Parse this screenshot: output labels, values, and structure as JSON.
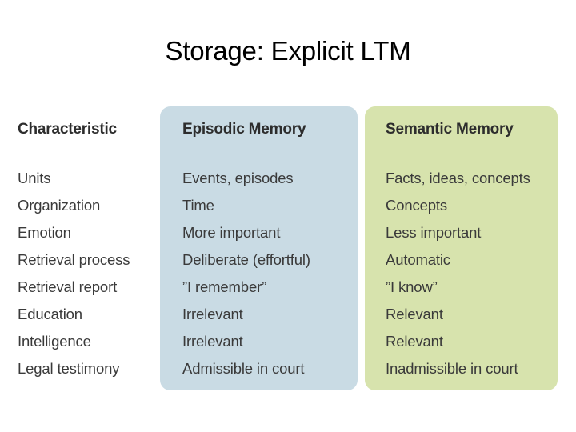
{
  "slide": {
    "title": "Storage: Explicit LTM",
    "background_color": "#ffffff",
    "title_color": "#000000"
  },
  "table": {
    "columns": [
      {
        "id": "characteristic",
        "header": "Characteristic",
        "panel_color": "#ffffff",
        "has_panel": false,
        "cells": [
          "Units",
          "Organization",
          "Emotion",
          "Retrieval process",
          "Retrieval report",
          "Education",
          "Intelligence",
          "Legal testimony"
        ]
      },
      {
        "id": "episodic",
        "header": "Episodic Memory",
        "panel_color": "#c9dbe4",
        "has_panel": true,
        "cells": [
          "Events, episodes",
          "Time",
          "More important",
          "Deliberate (effortful)",
          "”I remember”",
          "Irrelevant",
          "Irrelevant",
          "Admissible in court"
        ]
      },
      {
        "id": "semantic",
        "header": "Semantic Memory",
        "panel_color": "#d7e3ad",
        "has_panel": true,
        "cells": [
          "Facts, ideas, concepts",
          "Concepts",
          "Less important",
          "Automatic",
          "”I know”",
          "Relevant",
          "Relevant",
          "Inadmissible in court"
        ]
      }
    ],
    "header_text_color": "#2d2d2d",
    "body_text_color": "#3a3a3a"
  }
}
